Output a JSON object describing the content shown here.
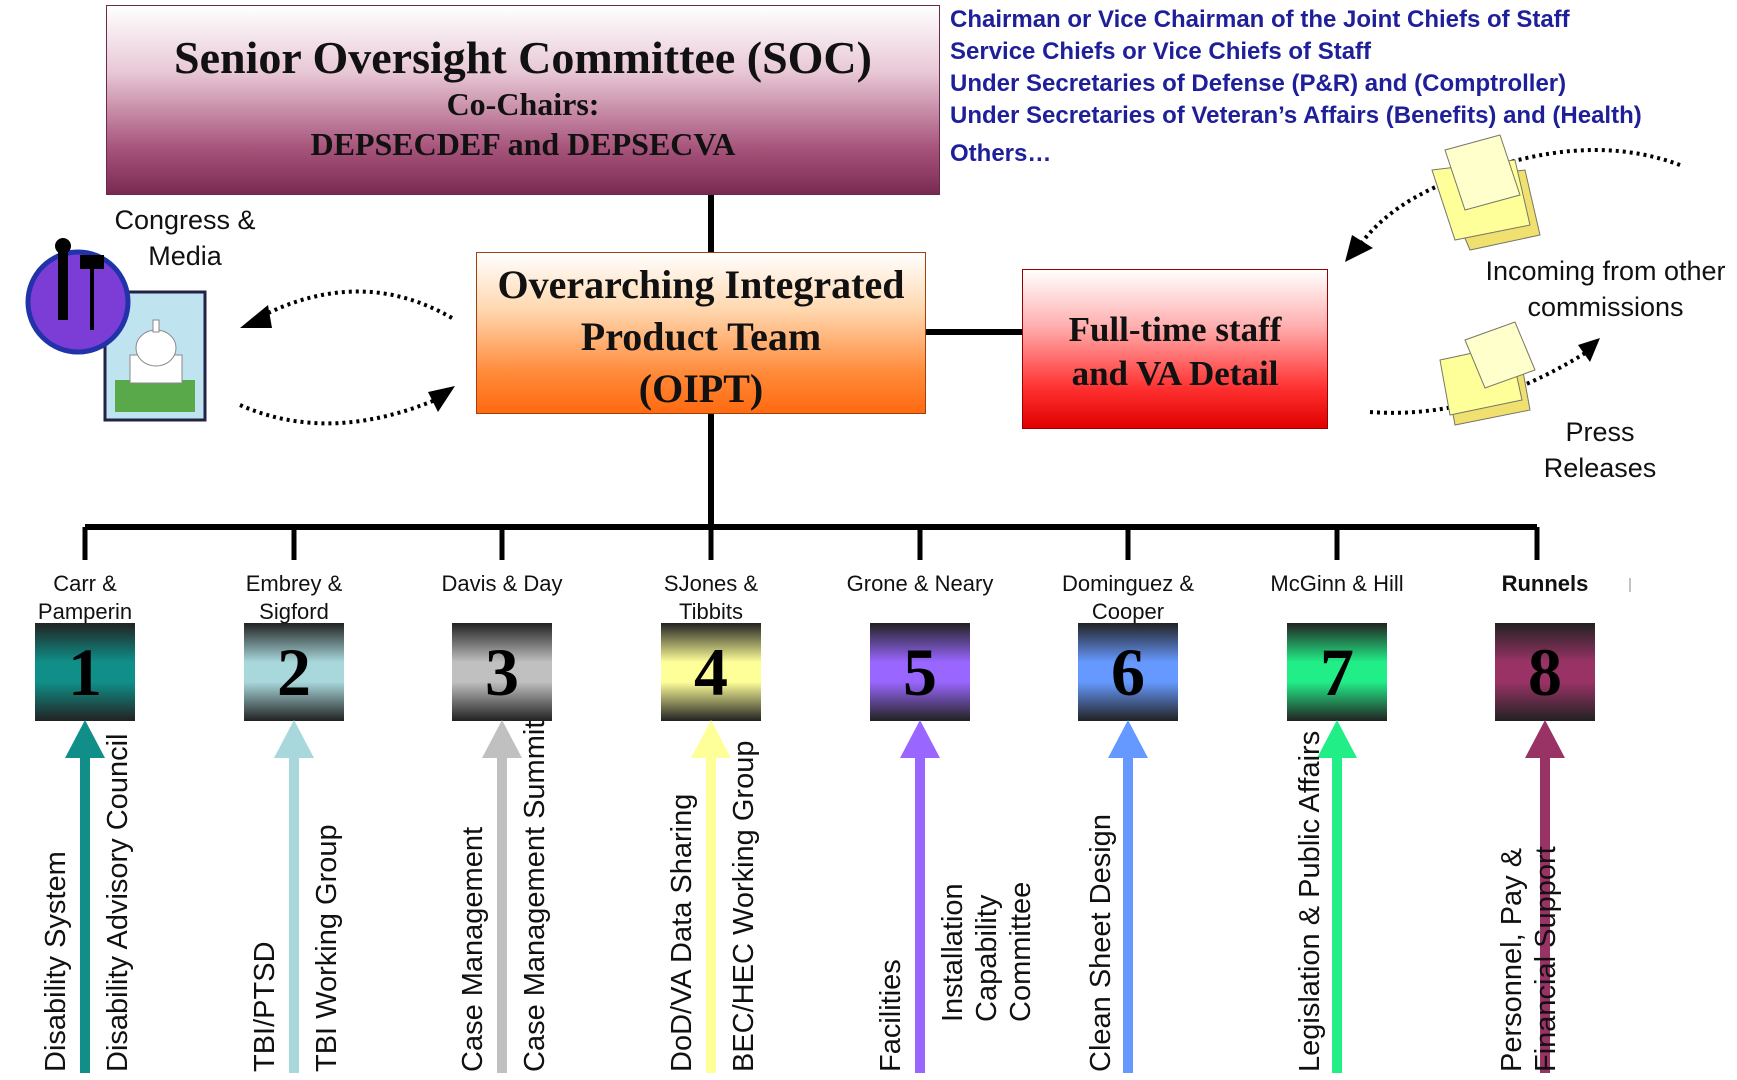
{
  "soc": {
    "title": "Senior Oversight Committee (SOC)",
    "cochairs_label": "Co-Chairs:",
    "cochairs": "DEPSECDEF and DEPSECVA"
  },
  "soc_members": [
    "Chairman or Vice Chairman of the Joint Chiefs of Staff",
    "Service Chiefs or Vice Chiefs of Staff",
    "Under Secretaries of Defense (P&R) and (Comptroller)",
    "Under Secretaries of Veteran’s Affairs (Benefits) and (Health)",
    "Others…"
  ],
  "oipt": {
    "line1": "Overarching Integrated",
    "line2": "Product Team",
    "line3": "(OIPT)"
  },
  "staff": {
    "line1": "Full-time staff",
    "line2": "and VA Detail"
  },
  "external": {
    "congress_line1": "Congress &",
    "congress_line2": "Media",
    "incoming_line1": "Incoming from other",
    "incoming_line2": "commissions",
    "press_line1": "Press",
    "press_line2": "Releases"
  },
  "lines": [
    {
      "leads": "Carr & Pamperin",
      "number": "1",
      "color": "#0f8f88",
      "items": [
        "Disability System",
        "Disability Advisory Council"
      ]
    },
    {
      "leads": "Embrey & Sigford",
      "number": "2",
      "color": "#a8d8dc",
      "items": [
        "TBI/PTSD",
        "TBI Working Group"
      ]
    },
    {
      "leads": "Davis & Day",
      "number": "3",
      "color": "#c0c0c0",
      "items": [
        "Case Management",
        "Case Management Summit"
      ]
    },
    {
      "leads": "SJones & Tibbits",
      "number": "4",
      "color": "#ffff99",
      "items": [
        "DoD/VA Data Sharing",
        "BEC/HEC Working Group"
      ]
    },
    {
      "leads": "Grone & Neary",
      "number": "5",
      "color": "#9966ff",
      "items": [
        "Facilities",
        "Installation Capability Committee"
      ]
    },
    {
      "leads": "Dominguez & Cooper",
      "number": "6",
      "color": "#6699ff",
      "items": [
        "Clean Sheet Design"
      ]
    },
    {
      "leads": "McGinn & Hill",
      "number": "7",
      "color": "#22ee88",
      "items": [
        "Legislation & Public Affairs"
      ]
    },
    {
      "leads": "Runnels",
      "number": "8",
      "color": "#993366",
      "items": [
        "Personnel, Pay & Financial Support"
      ]
    }
  ]
}
